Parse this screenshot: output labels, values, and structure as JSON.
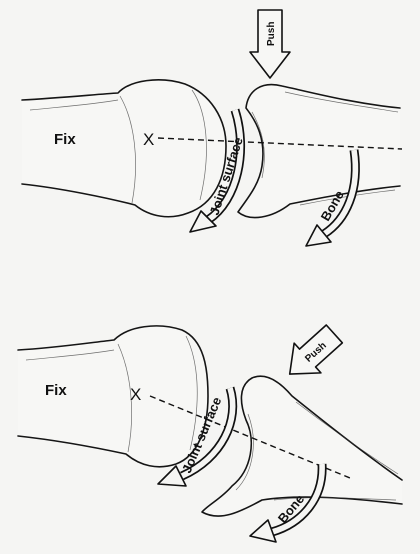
{
  "panels": [
    {
      "fix_label": "Fix",
      "axis_mark": "X",
      "push_label": "Push",
      "joint_label": "Joint surface",
      "bone_label": "Bone"
    },
    {
      "fix_label": "Fix",
      "axis_mark": "X",
      "push_label": "Push",
      "joint_label": "Joint surface",
      "bone_label": "Bone"
    }
  ],
  "colors": {
    "ink": "#111111",
    "paper": "#f5f5f3"
  }
}
